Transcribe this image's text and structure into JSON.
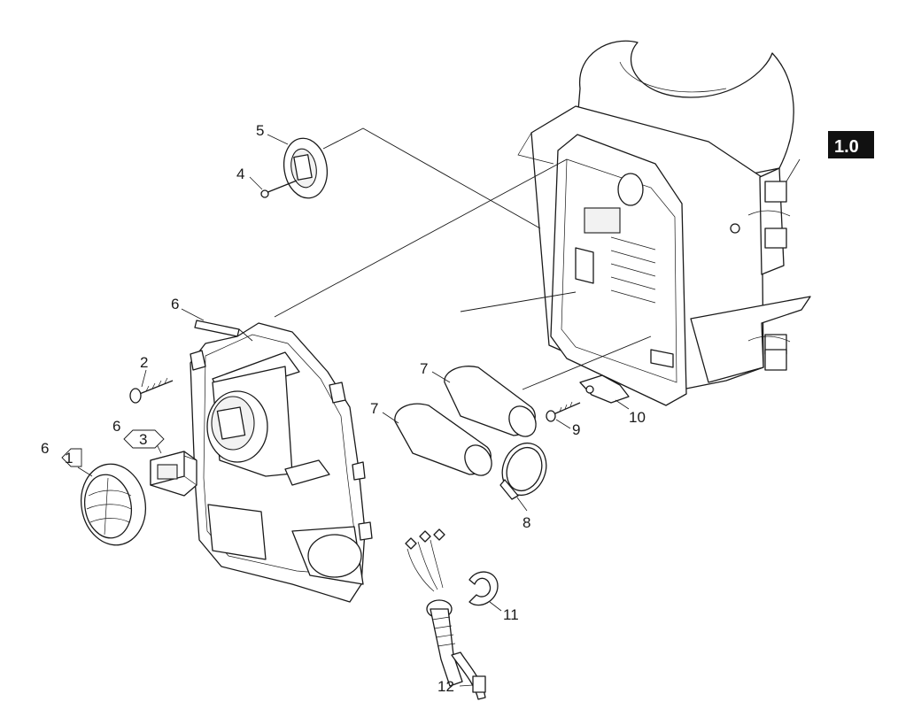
{
  "reference_label": "1.0",
  "callouts": {
    "c1": "1",
    "c2": "2",
    "c3": "3",
    "c4": "4",
    "c5": "5",
    "c6a": "6",
    "c6b": "6",
    "c6c": "6",
    "c7a": "7",
    "c7b": "7",
    "c8": "8",
    "c9": "9",
    "c10": "10",
    "c11": "11",
    "c12": "12"
  }
}
